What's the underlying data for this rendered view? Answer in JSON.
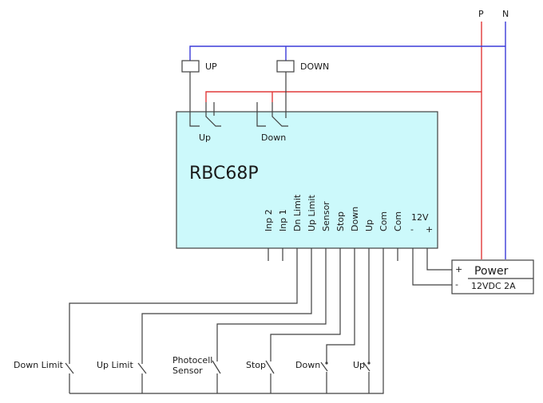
{
  "supply": {
    "phase_label": "P",
    "neutral_label": "N"
  },
  "relays": {
    "up_label": "UP",
    "down_label": "DOWN"
  },
  "contacts": {
    "up_label": "Up",
    "down_label": "Down"
  },
  "controller": {
    "name": "RBC68P",
    "terminals": [
      "Inp 2",
      "Inp 1",
      "Dn Limit",
      "Up Limit",
      "Sensor",
      "Stop",
      "Down",
      "Up",
      "Com",
      "Com"
    ],
    "power_label": "12V",
    "minus": "-",
    "plus": "+"
  },
  "power_supply": {
    "title": "Power",
    "spec": "12VDC 2A",
    "plus": "+",
    "minus": "-"
  },
  "switches": {
    "down_limit": "Down Limit",
    "up_limit": "Up Limit",
    "photocell_line1": "Photocell",
    "photocell_line2": "Sensor",
    "stop": "Stop",
    "down": "Down",
    "up": "Up"
  },
  "colors": {
    "controller_fill": "#ccf9fb",
    "phase_wire": "#e23a3a",
    "neutral_wire": "#3b3bd9",
    "signal_wire": "#404040"
  }
}
